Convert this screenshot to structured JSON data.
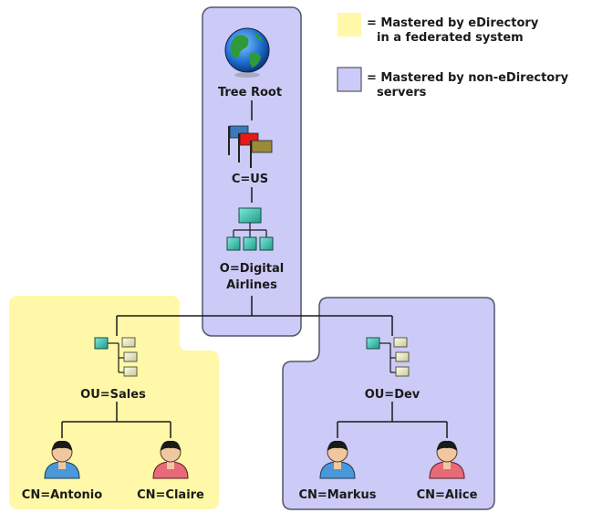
{
  "legend": {
    "yellow": {
      "line1": "= Mastered by eDirectory",
      "line2": "in a federated system",
      "color": "#fff8a8"
    },
    "purple": {
      "line1": "= Mastered by non-eDirectory",
      "line2": "servers",
      "color": "#cccaf6"
    }
  },
  "nodes": {
    "tree_root": "Tree Root",
    "country": "C=US",
    "org_line1": "O=Digital",
    "org_line2": "Airlines",
    "ou_sales": "OU=Sales",
    "ou_dev": "OU=Dev",
    "cn_antonio": "CN=Antonio",
    "cn_claire": "CN=Claire",
    "cn_markus": "CN=Markus",
    "cn_alice": "CN=Alice"
  },
  "icons": {
    "tree_root": "globe-icon",
    "country": "flags-icon",
    "organization": "org-hierarchy-icon",
    "ou": "org-unit-icon",
    "user": "user-icon"
  }
}
